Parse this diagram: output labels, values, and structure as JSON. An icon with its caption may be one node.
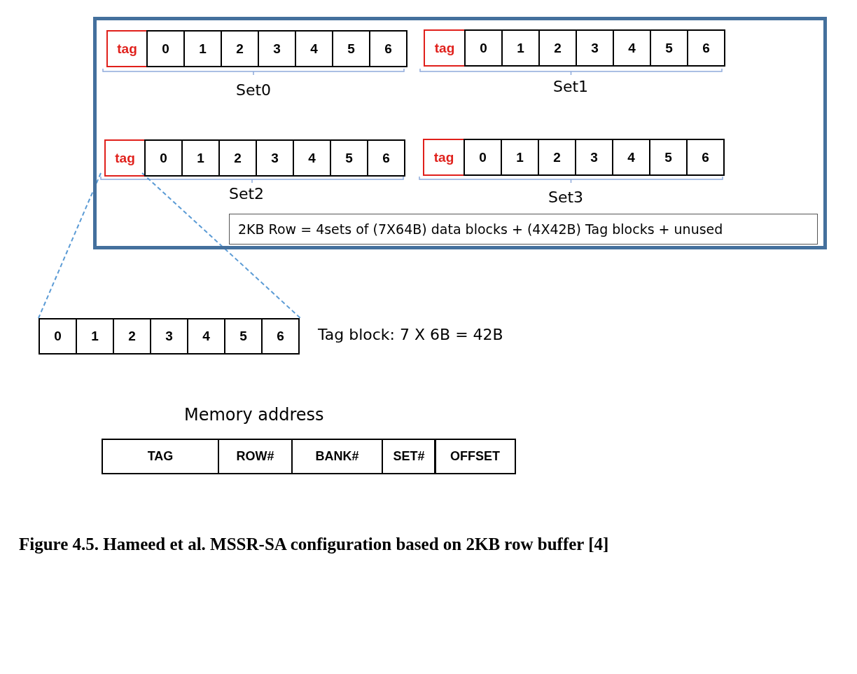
{
  "diagram": {
    "caption": "Figure 4.5. Hameed et al. MSSR-SA configuration based on 2KB row buffer [4]",
    "nodes": [
      {
        "text": [],
        "shape": "box"
      },
      {
        "text": [
          "tag"
        ],
        "in": 0
      },
      {
        "text": [
          "0"
        ],
        "in": 0
      },
      {
        "text": [
          "1"
        ],
        "in": 0
      },
      {
        "text": [
          "2"
        ],
        "in": 0
      },
      {
        "text": [
          "3"
        ],
        "in": 0
      },
      {
        "text": [
          "4"
        ],
        "in": 0
      },
      {
        "text": [
          "5"
        ],
        "in": 0
      },
      {
        "text": [
          "6"
        ],
        "in": 0
      },
      {
        "text": [
          "tag"
        ],
        "in": 0
      },
      {
        "text": [
          "0"
        ],
        "in": 0
      },
      {
        "text": [
          "1"
        ],
        "in": 0
      },
      {
        "text": [
          "2"
        ],
        "in": 0
      },
      {
        "text": [
          "3"
        ],
        "in": 0
      },
      {
        "text": [
          "4"
        ],
        "in": 0
      },
      {
        "text": [
          "5"
        ],
        "in": 0
      },
      {
        "text": [
          "6"
        ],
        "in": 0
      },
      {
        "text": [
          "tag"
        ],
        "in": 0
      },
      {
        "text": [
          "0"
        ],
        "in": 0
      },
      {
        "text": [
          "1"
        ],
        "in": 0
      },
      {
        "text": [
          "2"
        ],
        "in": 0
      },
      {
        "text": [
          "3"
        ],
        "in": 0
      },
      {
        "text": [
          "4"
        ],
        "in": 0
      },
      {
        "text": [
          "5"
        ],
        "in": 0
      },
      {
        "text": [
          "6"
        ],
        "in": 0
      },
      {
        "text": [
          "tag"
        ],
        "in": 0
      },
      {
        "text": [
          "0"
        ],
        "in": 0
      },
      {
        "text": [
          "1"
        ],
        "in": 0
      },
      {
        "text": [
          "2"
        ],
        "in": 0
      },
      {
        "text": [
          "3"
        ],
        "in": 0
      },
      {
        "text": [
          "4"
        ],
        "in": 0
      },
      {
        "text": [
          "5"
        ],
        "in": 0
      },
      {
        "text": [
          "6"
        ],
        "in": 0
      },
      {
        "text": [
          "2KB Row = 4sets of (7X64B) data blocks + (4X42B) Tag blocks + unused"
        ],
        "in": 0
      },
      {
        "text": [],
        "shape": "box",
        "beside": [
          "Tag block: 7 X 6B = 42B"
        ]
      },
      {
        "text": [
          "0"
        ],
        "in": 34
      },
      {
        "text": [
          "1"
        ],
        "in": 34
      },
      {
        "text": [
          "2"
        ],
        "in": 34
      },
      {
        "text": [
          "3"
        ],
        "in": 34
      },
      {
        "text": [
          "4"
        ],
        "in": 34
      },
      {
        "text": [
          "5"
        ],
        "in": 34
      },
      {
        "text": [
          "6"
        ],
        "in": 34
      },
      {
        "text": [
          "Memory address"
        ]
      },
      {
        "text": [
          "TAG"
        ],
        "in": 42
      },
      {
        "text": [
          "ROW#"
        ],
        "in": 42
      },
      {
        "text": [
          "BANK#"
        ],
        "in": 42
      },
      {
        "text": [
          "SET#"
        ],
        "in": 42
      },
      {
        "text": [
          "OFFSET"
        ],
        "in": 42
      }
    ],
    "edges": [
      {
        "from": 17,
        "to": 34,
        "arrow": "none",
        "style": "dashed",
        "color": "#5b9bd5"
      },
      {
        "from": 17,
        "to": 34,
        "arrow": "none",
        "style": "dashed",
        "color": "#5b9bd5"
      }
    ],
    "labels": [
      "Set0",
      "Set1",
      "Set2",
      "Set3"
    ]
  }
}
